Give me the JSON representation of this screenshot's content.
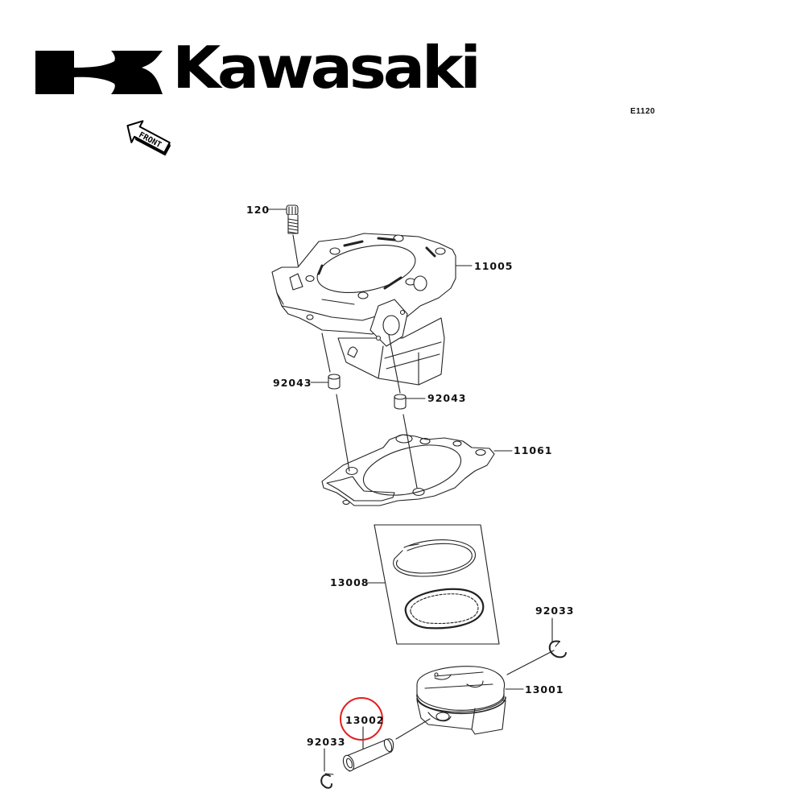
{
  "brand": {
    "name": "Kawasaki",
    "color": "#000000"
  },
  "diagram": {
    "ref_code": "E1120",
    "orientation_label": "FRONT",
    "highlight_color": "#e02020",
    "highlighted_part": "13002"
  },
  "callouts": {
    "bolt": "120",
    "cylinder": "11005",
    "dowel_left": "92043",
    "dowel_right": "92043",
    "base_gasket": "11061",
    "piston_ring_set": "13008",
    "circlip_right": "92033",
    "piston": "13001",
    "piston_pin": "13002",
    "circlip_left": "92033"
  }
}
